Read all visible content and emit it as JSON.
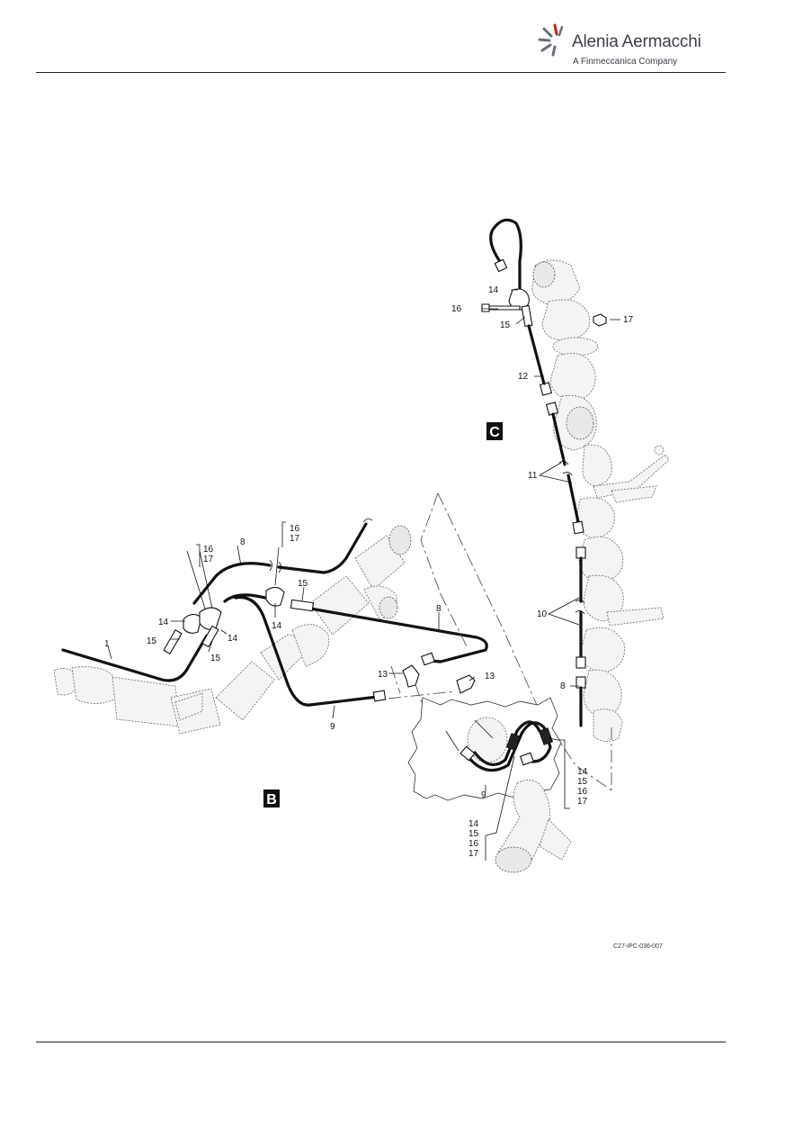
{
  "header": {
    "brand": "Alenia Aermacchi",
    "tagline": "A Finmeccanica Company",
    "logo_icon": "alenia-aermacchi-rays-logo",
    "logo_color": "#c8202a"
  },
  "views": {
    "b": "B",
    "c": "C"
  },
  "callouts": {
    "c_14": "14",
    "c_16": "16",
    "c_15": "15",
    "c_17": "17",
    "c_12": "12",
    "c_11": "11",
    "c_10": "10",
    "c_8r": "8",
    "b_16a": "16",
    "b_17a": "17",
    "b_8a": "8",
    "b_16b": "16",
    "b_17b": "17",
    "b_15a": "15",
    "b_8b": "8",
    "b_14a": "14",
    "b_15b": "15",
    "b_14b": "14",
    "b_14c": "14",
    "b_15c": "15",
    "b_1": "1",
    "b_13a": "13",
    "b_13b": "13",
    "b_9a": "9",
    "d_14a": "14",
    "d_15a": "15",
    "d_16a": "16",
    "d_17a": "17",
    "d_9": "9",
    "d_14b": "14",
    "d_15b": "15",
    "d_16b": "16",
    "d_17b": "17"
  },
  "figure_ref": "C27-IPC-036-007"
}
